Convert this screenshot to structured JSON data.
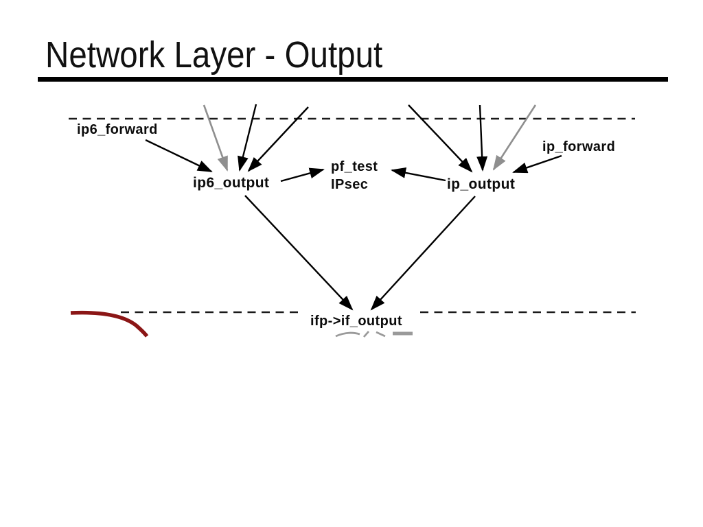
{
  "slide": {
    "title": "Network Layer - Output",
    "background_color": "#ffffff",
    "title_rule_color": "#000000"
  },
  "diagram": {
    "labels": {
      "ip6_forward": "ip6_forward",
      "ip_forward": "ip_forward",
      "ip6_output": "ip6_output",
      "ip_output": "ip_output",
      "pf_test": "pf_test",
      "ipsec": "IPsec",
      "if_output": "ifp->if_output"
    },
    "colors": {
      "edge_black": "#000000",
      "edge_gray": "#8f8f8f",
      "boundary_dash": "#1a1a1a",
      "curve_dark_red": "#8b1616"
    },
    "boundaries": [
      {
        "id": "upper-layer-boundary",
        "style": "dashed"
      },
      {
        "id": "lower-layer-boundary",
        "style": "dashed"
      }
    ],
    "edges": [
      {
        "from": "upper-layer",
        "to": "ip6_output",
        "color": "gray"
      },
      {
        "from": "upper-layer",
        "to": "ip6_output",
        "color": "black"
      },
      {
        "from": "upper-layer",
        "to": "ip6_output",
        "color": "black"
      },
      {
        "from": "ip6_forward",
        "to": "ip6_output",
        "color": "black"
      },
      {
        "from": "upper-layer",
        "to": "ip_output",
        "color": "black"
      },
      {
        "from": "upper-layer",
        "to": "ip_output",
        "color": "black"
      },
      {
        "from": "upper-layer",
        "to": "ip_output",
        "color": "gray"
      },
      {
        "from": "ip_forward",
        "to": "ip_output",
        "color": "black"
      },
      {
        "from": "ip6_output",
        "to": "pf_test",
        "color": "black"
      },
      {
        "from": "ip_output",
        "to": "pf_test",
        "color": "black"
      },
      {
        "from": "ip6_output",
        "to": "if_output",
        "color": "black"
      },
      {
        "from": "ip_output",
        "to": "if_output",
        "color": "black"
      }
    ]
  }
}
